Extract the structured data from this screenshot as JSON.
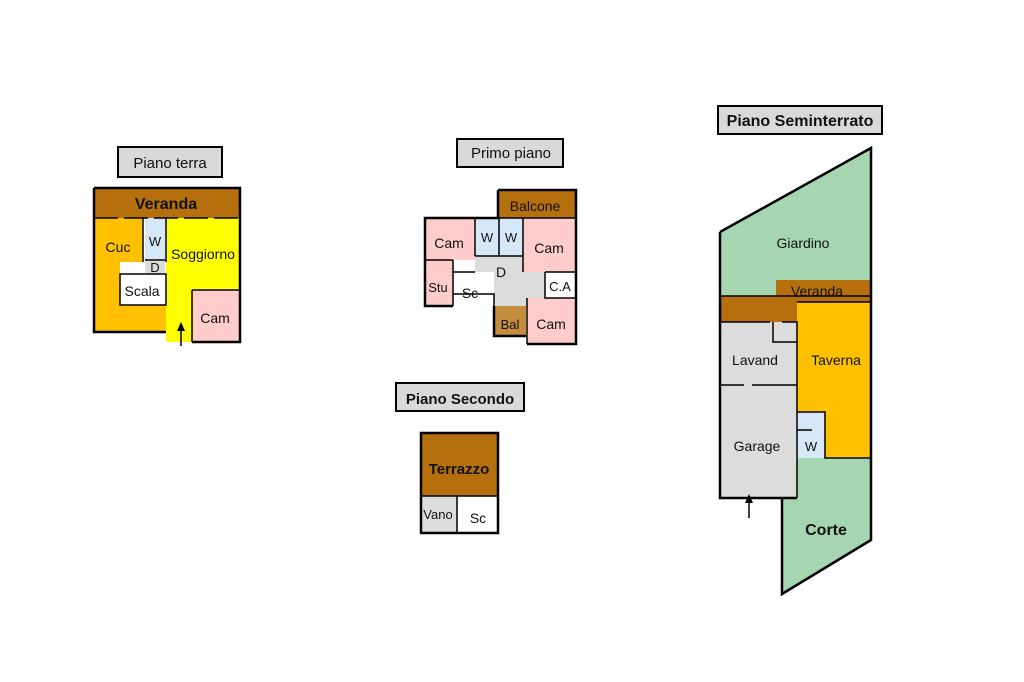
{
  "colors": {
    "veranda": "#b5700d",
    "cucina": "#ffc000",
    "soggiorno": "#ffff00",
    "camera": "#ffcccc",
    "bagno": "#d6e8f7",
    "neutral": "#dcdcdc",
    "giardino": "#a6d6b1",
    "white": "#ffffff"
  },
  "floors": {
    "piano_terra": {
      "title": "Piano terra",
      "rooms": {
        "veranda": "Veranda",
        "cuc": "Cuc",
        "w": "W",
        "d": "D",
        "soggiorno": "Soggiorno",
        "scala": "Scala",
        "cam": "Cam"
      }
    },
    "primo_piano": {
      "title": "Primo piano",
      "rooms": {
        "balcone": "Balcone",
        "cam1": "Cam",
        "w1": "W",
        "w2": "W",
        "cam2": "Cam",
        "d": "D",
        "stu": "Stu",
        "sc": "Sc",
        "ca": "C.A",
        "bal": "Bal",
        "cam3": "Cam"
      }
    },
    "piano_secondo": {
      "title": "Piano Secondo",
      "rooms": {
        "terrazzo": "Terrazzo",
        "vano": "Vano",
        "sc": "Sc"
      }
    },
    "piano_seminterrato": {
      "title": "Piano Seminterrato",
      "rooms": {
        "giardino": "Giardino",
        "veranda": "Veranda",
        "lavand": "Lavand",
        "taverna": "Taverna",
        "garage": "Garage",
        "w": "W",
        "corte": "Corte"
      }
    }
  }
}
